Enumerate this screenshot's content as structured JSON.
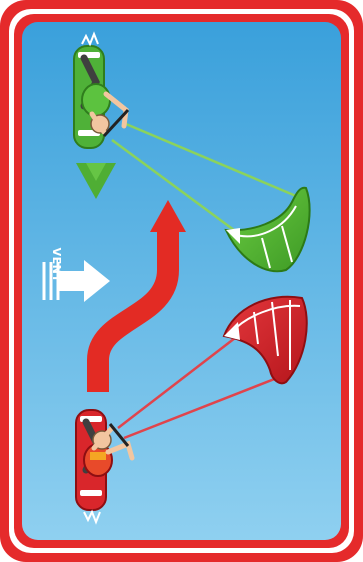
{
  "sign": {
    "wind_label": "VENT"
  },
  "colors": {
    "outer_red": "#e52a2b",
    "border_white": "#ffffff",
    "sky_top": "#3aa0db",
    "sky_bottom": "#8fd0f0",
    "green_rider": "#4fb138",
    "green_kite": "#5cbf3a",
    "red_rider": "#d9262b",
    "red_kite": "#d82027",
    "path_arrow": "#e32b24",
    "wind_arrow": "#ffffff",
    "green_lines": "#77c94e",
    "red_lines": "#e6424a"
  },
  "icons": {
    "top_rider": "kitesurfer-green",
    "bottom_rider": "kitesurfer-red",
    "top_kite": "kite-green",
    "bottom_kite": "kite-red",
    "yield_marker": "chevron-down-green",
    "wind_direction": "arrow-right-white",
    "priority_path": "curved-arrow-up-red"
  }
}
